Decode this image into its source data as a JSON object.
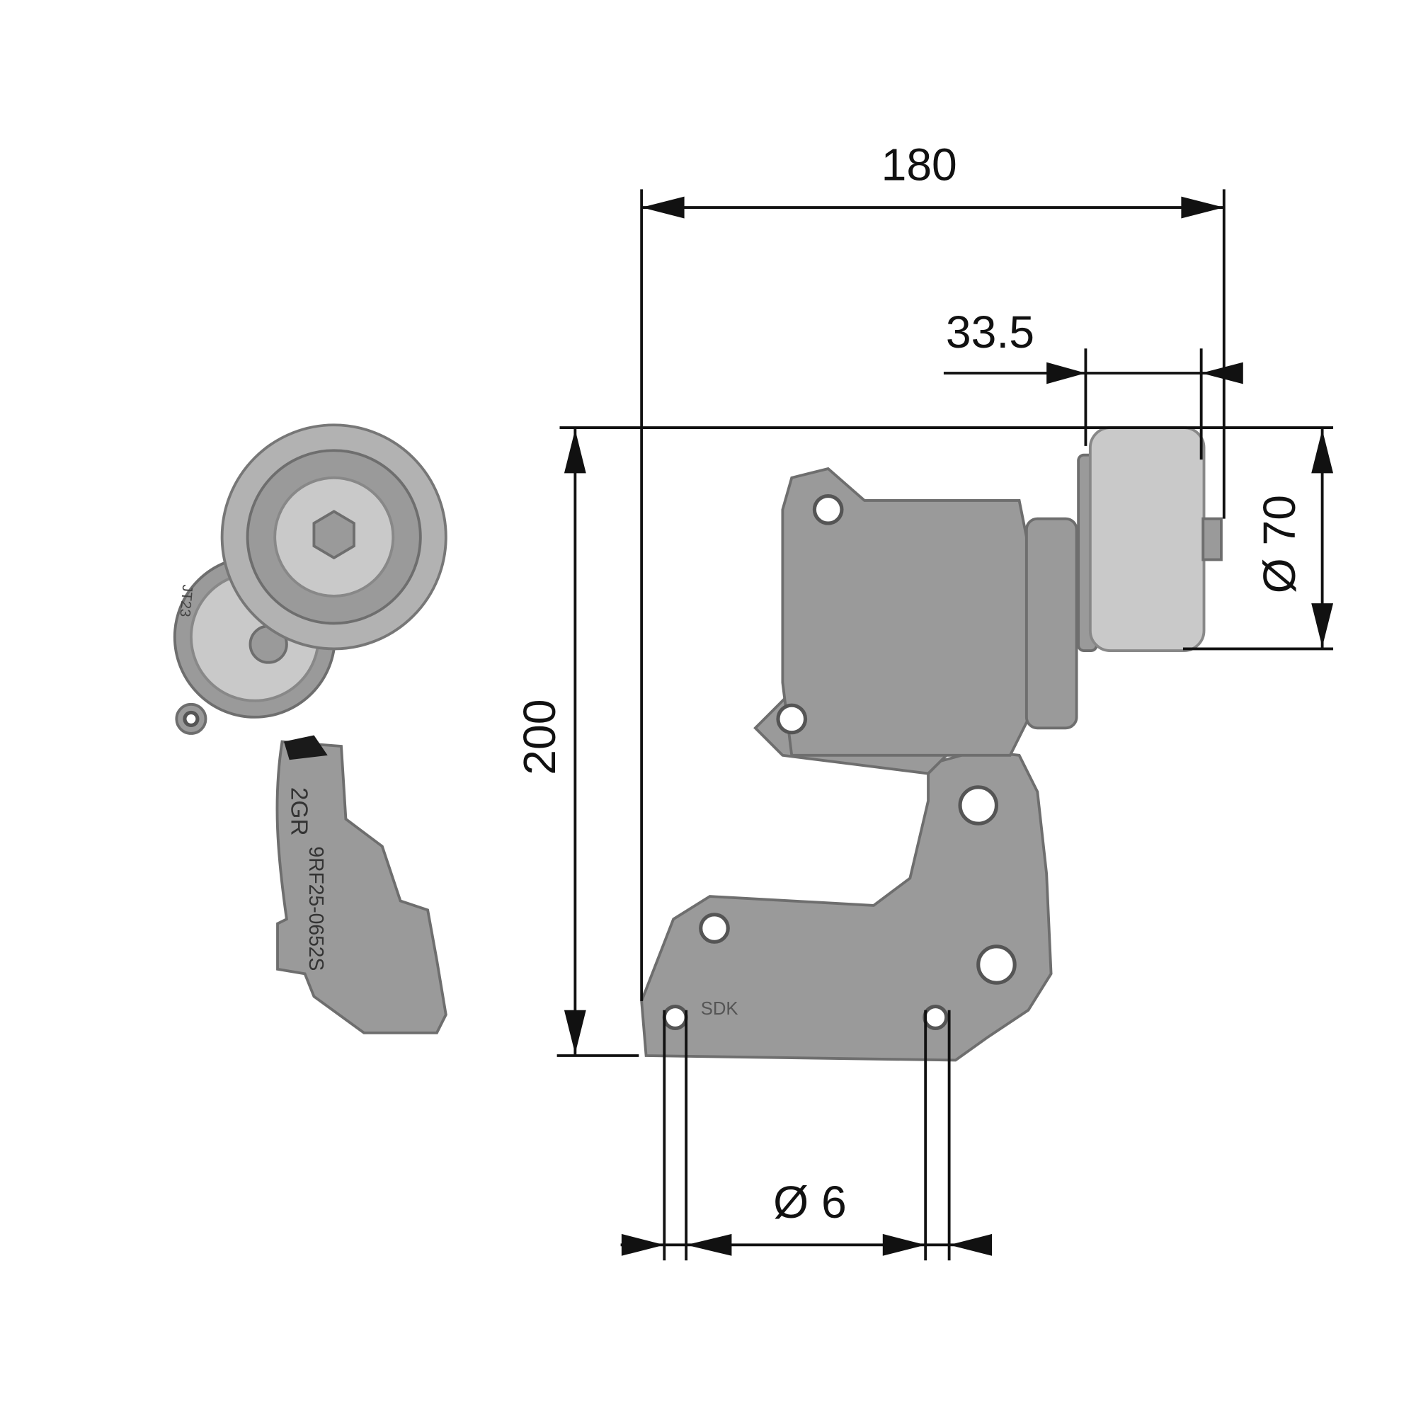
{
  "dimensions": {
    "overall_width": "180",
    "pulley_offset": "33.5",
    "overall_height": "200",
    "pulley_diameter": "Ø 70",
    "bolt_hole_diameter": "Ø 6"
  },
  "part_markings": {
    "arm_code": "2GR",
    "part_number": "9RF25-0652S",
    "maker": "SDK",
    "date_code": "JT23"
  },
  "colors": {
    "part": "#9a9a9a",
    "lines": "#111111"
  }
}
